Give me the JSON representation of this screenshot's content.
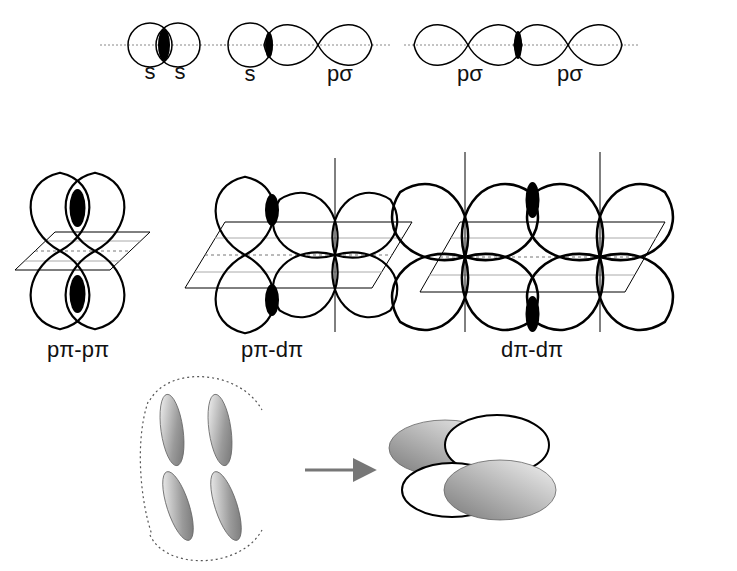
{
  "diagram": {
    "labels": [
      "s",
      "s",
      "s",
      "pσ",
      "pσ",
      "pσ",
      "pπ-pπ",
      "pπ-dπ",
      "dπ-dπ"
    ]
  }
}
